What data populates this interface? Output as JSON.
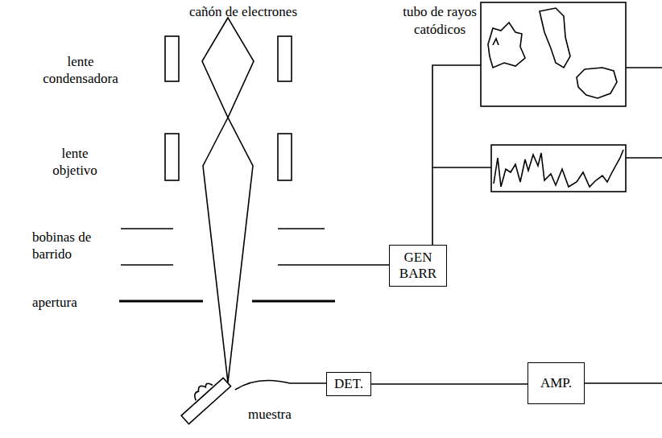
{
  "diagram": {
    "nodes": [
      {
        "text": [
          "GEN BARR"
        ]
      },
      {
        "text": [
          "DET."
        ]
      },
      {
        "text": [
          "AMP."
        ]
      }
    ],
    "edges": [
      {
        "from": 1,
        "to": 2,
        "arrow": "none"
      }
    ],
    "labels": [
      "cañón de electrones",
      "tubo de rayos catódicos",
      "lente condensadora",
      "lente objetivo",
      "bobinas de barrido",
      "apertura",
      "muestra"
    ]
  }
}
